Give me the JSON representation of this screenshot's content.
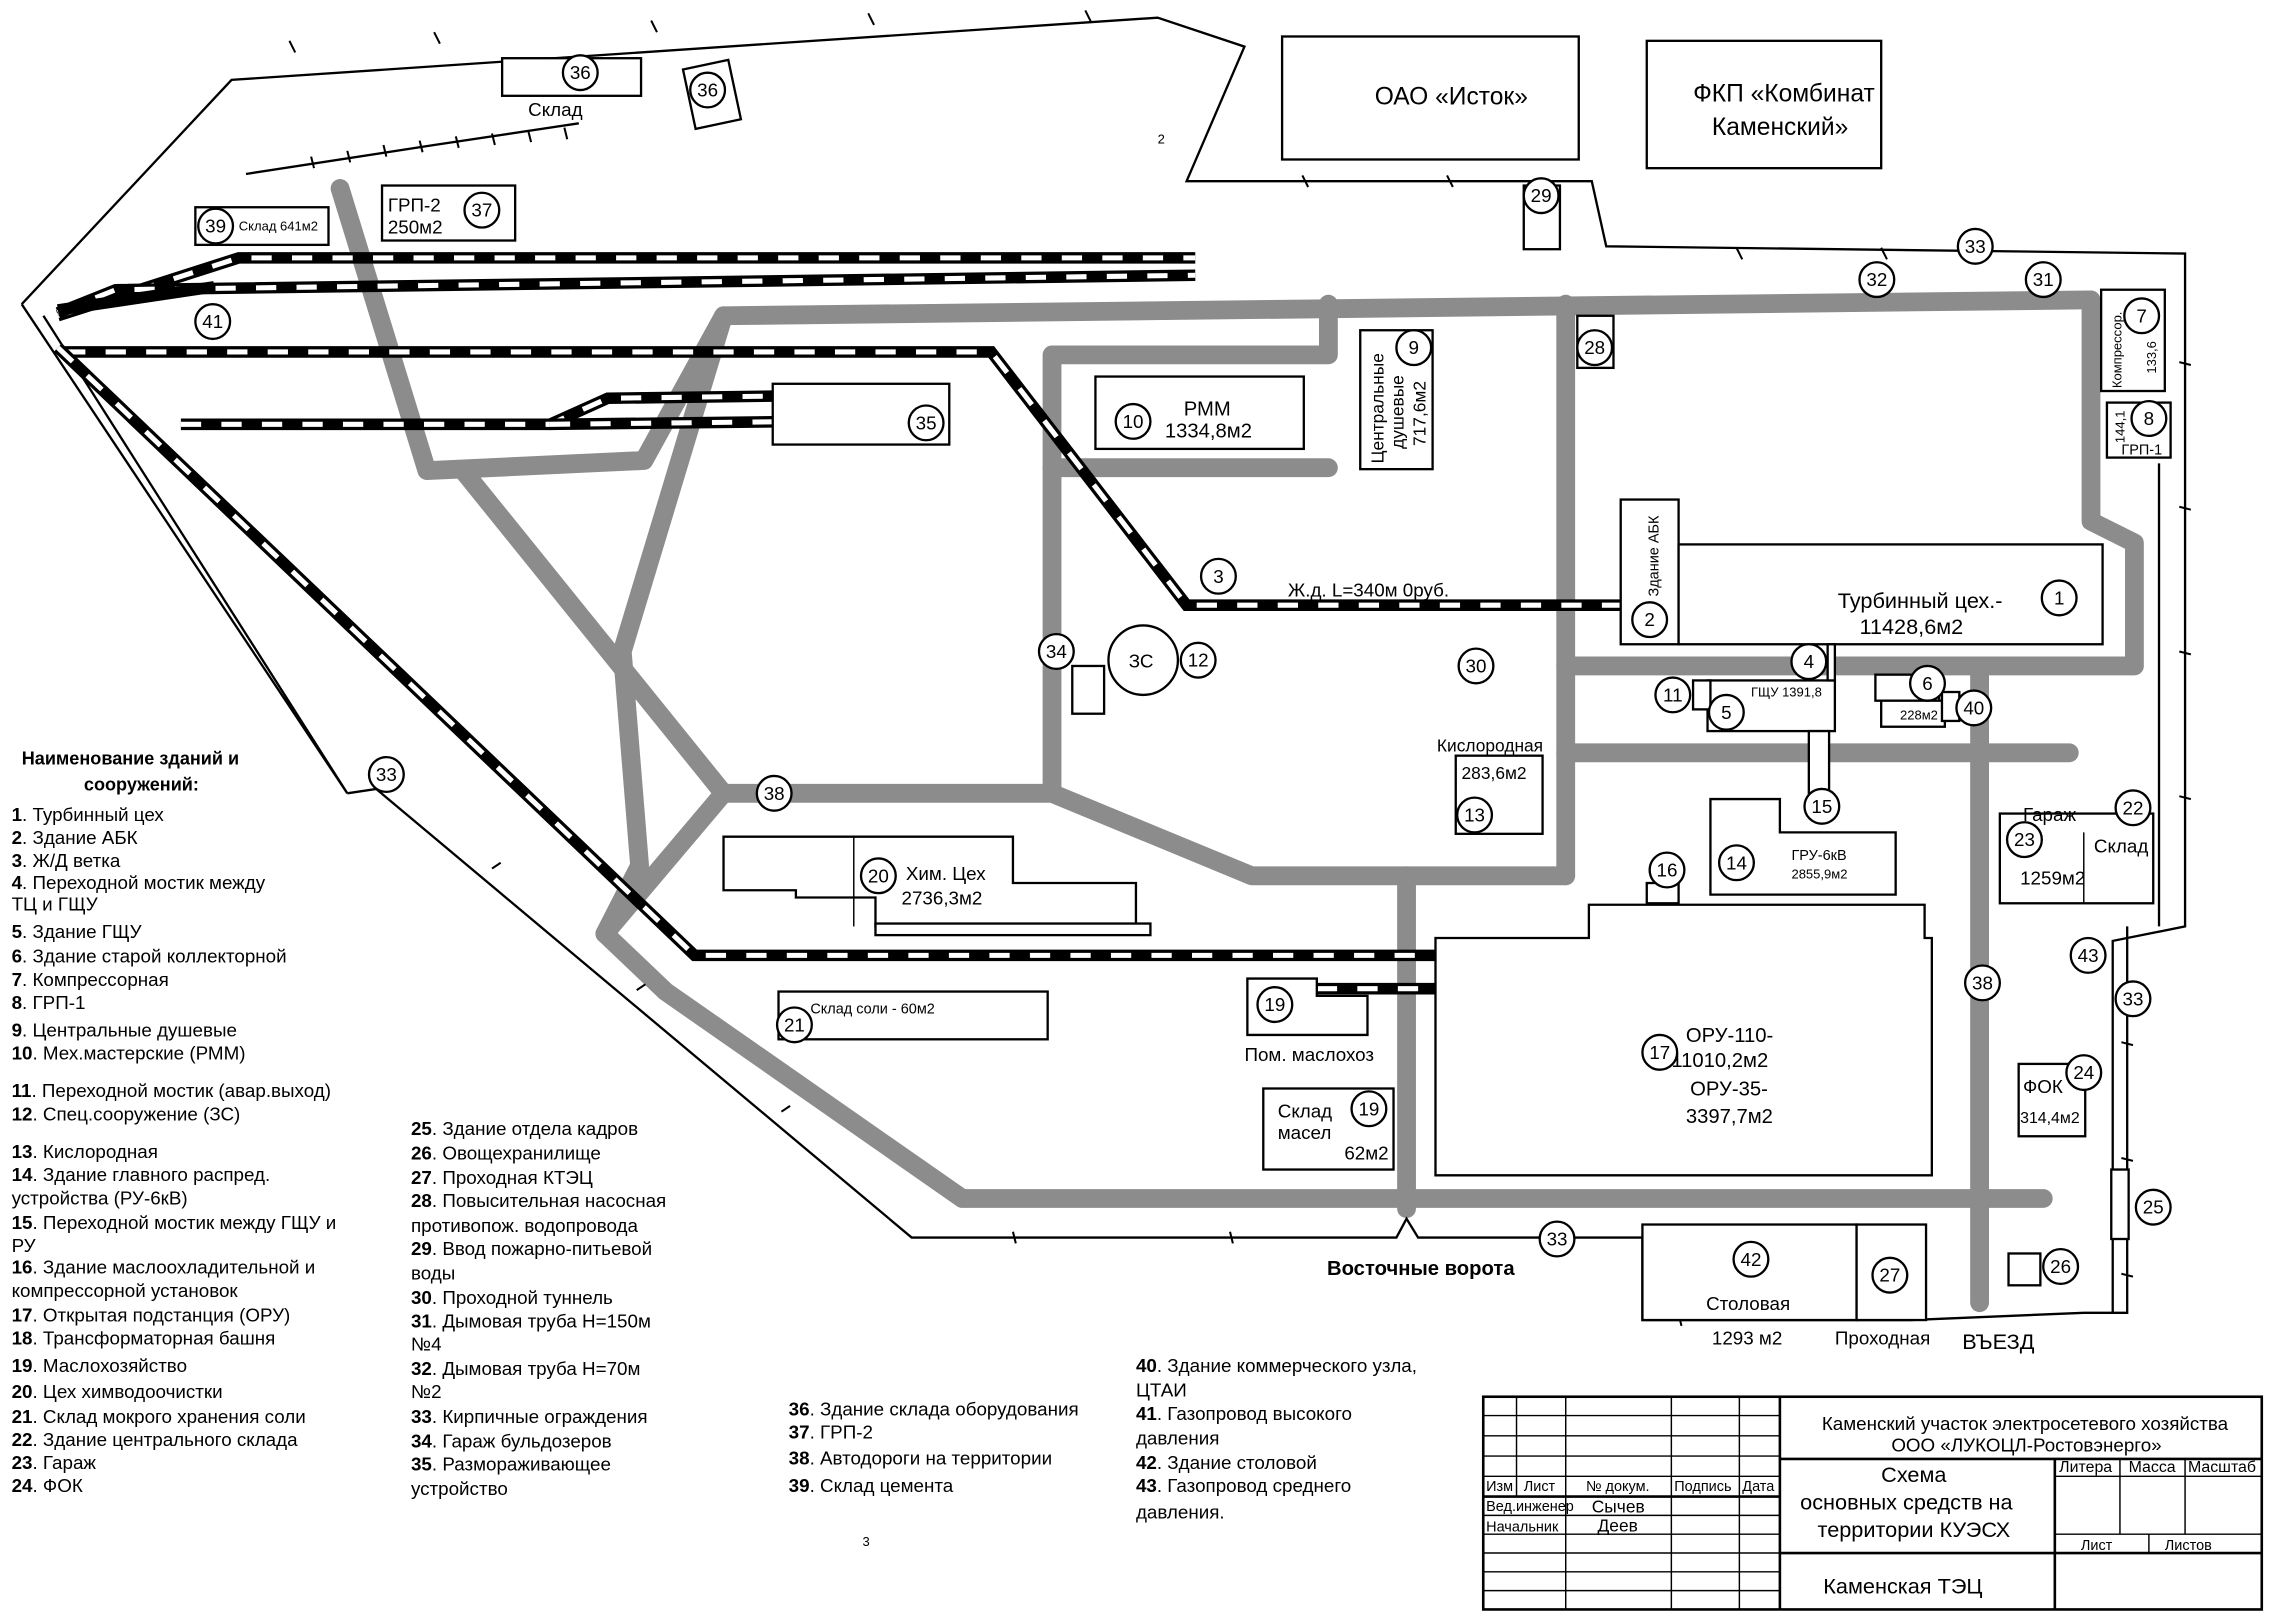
{
  "companies": {
    "istok": "ОАО «Исток»",
    "kombinat_line1": "ФКП «Комбинат",
    "kombinat_line2": "Каменский»"
  },
  "buildings": {
    "sklad": "Склад",
    "sklad_641": "Склад 641м2",
    "grp2_name": "ГРП-2",
    "grp2_area": "250м2",
    "rmm_name": "РММ",
    "rmm_area": "1334,8м2",
    "dush_line1": "Центральные",
    "dush_line2": "душевые",
    "dush_area": "717,6м2",
    "kompressor": "Компрессор.",
    "kompressor_area": "133,6",
    "grp1_area": "144,1",
    "grp1_name": "ГРП-1",
    "abk": "Здание АБК",
    "rail_label": "Ж.д. L=340м 0руб.",
    "turbine_line1": "Турбинный цех.-",
    "turbine_line2": "11428,6м2",
    "zs": "ЗС",
    "gshu": "ГЩУ 1391,8",
    "kollektor_area": "228м2",
    "kislorod_name": "Кислородная",
    "kislorod_area": "283,6м2",
    "garage": "Гараж",
    "sklad_central": "Склад",
    "garage_area": "1259м2",
    "gru_name": "ГРУ-6кВ",
    "gru_area": "2855,9м2",
    "him_name": "Хим. Цех",
    "him_area": "2736,3м2",
    "sol_name": "Склад соли - 60м2",
    "masloh": "Пом. маслохоз",
    "maslo_line1": "Склад",
    "maslo_line2": "масел",
    "maslo_area": "62м2",
    "oru_line1": "ОРУ-110-",
    "oru_line2": "11010,2м2",
    "oru_line3": "ОРУ-35-",
    "oru_line4": "3397,7м2",
    "fok_name": "ФОК",
    "fok_area": "314,4м2",
    "stolovaya": "Столовая",
    "stolovaya_area": "1293 м2",
    "prohodnaya": "Проходная",
    "vezd": "ВЪЕЗД",
    "vost_vorota": "Восточные ворота",
    "page_num_2": "2",
    "page_num_3": "3"
  },
  "markers": [
    {
      "id": "m36a",
      "n": "36"
    },
    {
      "id": "m36b",
      "n": "36"
    },
    {
      "id": "m37",
      "n": "37"
    },
    {
      "id": "m39",
      "n": "39"
    },
    {
      "id": "m41",
      "n": "41"
    },
    {
      "id": "m35",
      "n": "35"
    },
    {
      "id": "m10",
      "n": "10"
    },
    {
      "id": "m9",
      "n": "9"
    },
    {
      "id": "m28",
      "n": "28"
    },
    {
      "id": "m29",
      "n": "29"
    },
    {
      "id": "m33a",
      "n": "33"
    },
    {
      "id": "m32",
      "n": "32"
    },
    {
      "id": "m31",
      "n": "31"
    },
    {
      "id": "m7",
      "n": "7"
    },
    {
      "id": "m8",
      "n": "8"
    },
    {
      "id": "m3",
      "n": "3"
    },
    {
      "id": "m2",
      "n": "2"
    },
    {
      "id": "m1",
      "n": "1"
    },
    {
      "id": "m34",
      "n": "34"
    },
    {
      "id": "m12",
      "n": "12"
    },
    {
      "id": "m30",
      "n": "30"
    },
    {
      "id": "m4",
      "n": "4"
    },
    {
      "id": "m11",
      "n": "11"
    },
    {
      "id": "m5",
      "n": "5"
    },
    {
      "id": "m6",
      "n": "6"
    },
    {
      "id": "m40",
      "n": "40"
    },
    {
      "id": "m13",
      "n": "13"
    },
    {
      "id": "m15",
      "n": "15"
    },
    {
      "id": "m23",
      "n": "23"
    },
    {
      "id": "m22",
      "n": "22"
    },
    {
      "id": "m38a",
      "n": "38"
    },
    {
      "id": "m20",
      "n": "20"
    },
    {
      "id": "m16",
      "n": "16"
    },
    {
      "id": "m14",
      "n": "14"
    },
    {
      "id": "m43",
      "n": "43"
    },
    {
      "id": "m33b",
      "n": "33"
    },
    {
      "id": "m21",
      "n": "21"
    },
    {
      "id": "m19a",
      "n": "19"
    },
    {
      "id": "m38b",
      "n": "38"
    },
    {
      "id": "m17",
      "n": "17"
    },
    {
      "id": "m19b",
      "n": "19"
    },
    {
      "id": "m24",
      "n": "24"
    },
    {
      "id": "m25",
      "n": "25"
    },
    {
      "id": "m33c",
      "n": "33"
    },
    {
      "id": "m42",
      "n": "42"
    },
    {
      "id": "m27",
      "n": "27"
    },
    {
      "id": "m26",
      "n": "26"
    },
    {
      "id": "m33d",
      "n": "33"
    }
  ],
  "legend": {
    "title_line1": "Наименование зданий и",
    "title_line2": "сооружений:",
    "col1": [
      {
        "num": "1",
        "text": ". Турбинный цех"
      },
      {
        "num": "2",
        "text": ". Здание АБК"
      },
      {
        "num": "3",
        "text": ". Ж/Д ветка"
      },
      {
        "num": "4",
        "text": ". Переходной мостик между"
      },
      {
        "num": "",
        "text": "ТЦ и ГЩУ"
      },
      {
        "num": "5",
        "text": ". Здание ГЩУ"
      },
      {
        "num": "6",
        "text": ". Здание старой коллекторной"
      },
      {
        "num": "7",
        "text": ". Компрессорная"
      },
      {
        "num": "8",
        "text": ".    ГРП-1"
      },
      {
        "num": "9",
        "text": ". Центральные душевые"
      },
      {
        "num": "10",
        "text": ". Мех.мастерские (РММ)"
      },
      {
        "num": "11",
        "text": ". Переходной мостик (авар.выход)"
      },
      {
        "num": "12",
        "text": ". Спец.сооружение (ЗС)"
      },
      {
        "num": "13",
        "text": ". Кислородная"
      },
      {
        "num": "14",
        "text": ". Здание главного  распред."
      },
      {
        "num": "",
        "text": "устройства (РУ-6кВ)"
      },
      {
        "num": "15",
        "text": ". Переходной мостик между ГЩУ и"
      },
      {
        "num": "",
        "text": "РУ"
      },
      {
        "num": "16",
        "text": ". Здание маслоохладительной и"
      },
      {
        "num": "",
        "text": "компрессорной установок"
      },
      {
        "num": "17",
        "text": ". Открытая подстанция (ОРУ)"
      },
      {
        "num": "18",
        "text": ". Трансформаторная башня"
      },
      {
        "num": "19",
        "text": ". Маслохозяйство"
      },
      {
        "num": "20",
        "text": ". Цех химводоочистки"
      },
      {
        "num": "21",
        "text": ". Склад мокрого хранения соли"
      },
      {
        "num": "22",
        "text": ". Здание центрального склада"
      },
      {
        "num": "23",
        "text": ". Гараж"
      },
      {
        "num": "24",
        "text": ". ФОК"
      }
    ],
    "col2": [
      {
        "num": "25",
        "text": ". Здание отдела кадров"
      },
      {
        "num": "26",
        "text": ". Овощехранилище"
      },
      {
        "num": "27",
        "text": ". Проходная КТЭЦ"
      },
      {
        "num": "28",
        "text": ". Повысительная насосная"
      },
      {
        "num": "",
        "text": "противопож. водопровода"
      },
      {
        "num": "29",
        "text": ". Ввод пожарно-питьевой"
      },
      {
        "num": "",
        "text": "воды"
      },
      {
        "num": "30",
        "text": ". Проходной туннель"
      },
      {
        "num": "31",
        "text": ". Дымовая труба Н=150м"
      },
      {
        "num": "",
        "text": "№4"
      },
      {
        "num": "32",
        "text": ". Дымовая труба Н=70м"
      },
      {
        "num": "",
        "text": "№2"
      },
      {
        "num": "33",
        "text": ". Кирпичные ограждения"
      },
      {
        "num": "34",
        "text": ". Гараж бульдозеров"
      },
      {
        "num": "35",
        "text": ". Размораживающее"
      },
      {
        "num": "",
        "text": "устройство"
      }
    ],
    "col3": [
      {
        "num": "36",
        "text": ". Здание склада оборудования"
      },
      {
        "num": "37",
        "text": ". ГРП-2"
      },
      {
        "num": "38",
        "text": ". Автодороги на территории"
      },
      {
        "num": "39",
        "text": ". Склад цемента"
      }
    ],
    "col4": [
      {
        "num": "40",
        "text": ". Здание коммерческого узла,"
      },
      {
        "num": "",
        "text": "ЦТАИ"
      },
      {
        "num": "41",
        "text": ". Газопровод высокого"
      },
      {
        "num": "",
        "text": "давления"
      },
      {
        "num": "42",
        "text": ". Здание столовой"
      },
      {
        "num": "43",
        "text": ". Газопровод среднего"
      },
      {
        "num": "",
        "text": "давления."
      }
    ]
  },
  "title_block": {
    "org_line1": "Каменский участок электросетевого хозяйства",
    "org_line2": "ООО «ЛУКОЦЛ-Ростовэнерго»",
    "h_izm": "Изм",
    "h_list": "Лист",
    "h_dokum": "№ докум.",
    "h_podpis": "Подпись",
    "h_data": "Дата",
    "role1": "Вед.инженер",
    "name1": "Сычев",
    "role2": "Начальник",
    "name2": "Деев",
    "scheme_line1": "Схема",
    "scheme_line2": "основных средств на",
    "scheme_line3": "территории КУЭСХ",
    "litera": "Литера",
    "massa": "Масса",
    "masshtab": "Масштаб",
    "list": "Лист",
    "listov": "Листов",
    "plant": "Каменская ТЭЦ"
  }
}
